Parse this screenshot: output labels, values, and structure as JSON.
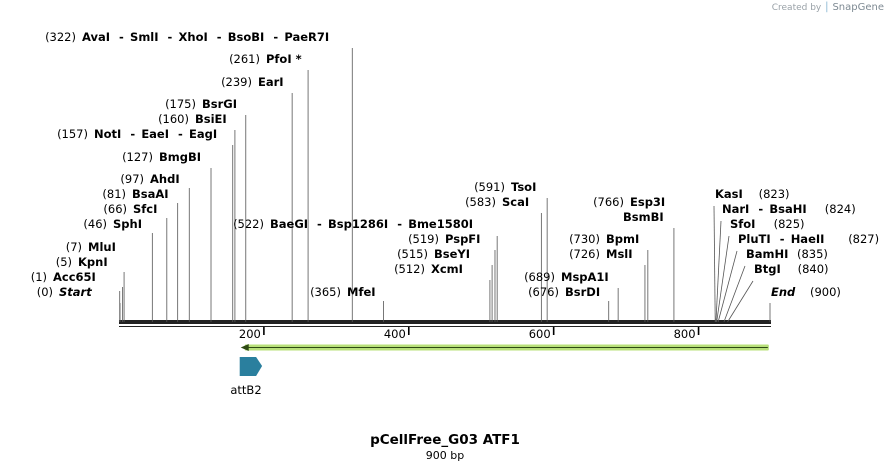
{
  "credit": {
    "prefix": "Created by",
    "brand": "SnapGene"
  },
  "title": "pCellFree_G03 ATF1",
  "subtitle": "900 bp",
  "sequence_length": 900,
  "ruler_ticks": [
    "200",
    "400",
    "600",
    "800"
  ],
  "feature": {
    "name": "attB2",
    "start": 168,
    "end": 192,
    "direction": "forward"
  },
  "orf_arrow": {
    "start": 168,
    "end": 897,
    "direction": "reverse",
    "color": "#b8e07a"
  },
  "sites": [
    {
      "pos": 0,
      "label": "(0)",
      "names": [
        "Start"
      ],
      "italic": true
    },
    {
      "pos": 1,
      "label": "(1)",
      "names": [
        "Acc65I"
      ]
    },
    {
      "pos": 5,
      "label": "(5)",
      "names": [
        "KpnI"
      ]
    },
    {
      "pos": 7,
      "label": "(7)",
      "names": [
        "MluI"
      ]
    },
    {
      "pos": 46,
      "label": "(46)",
      "names": [
        "SphI"
      ]
    },
    {
      "pos": 66,
      "label": "(66)",
      "names": [
        "SfcI"
      ]
    },
    {
      "pos": 81,
      "label": "(81)",
      "names": [
        "BsaAI"
      ]
    },
    {
      "pos": 97,
      "label": "(97)",
      "names": [
        "AhdI"
      ]
    },
    {
      "pos": 127,
      "label": "(127)",
      "names": [
        "BmgBI"
      ]
    },
    {
      "pos": 157,
      "label": "(157)",
      "names": [
        "NotI",
        "EaeI",
        "EagI"
      ]
    },
    {
      "pos": 160,
      "label": "(160)",
      "names": [
        "BsiEI"
      ]
    },
    {
      "pos": 175,
      "label": "(175)",
      "names": [
        "BsrGI"
      ]
    },
    {
      "pos": 239,
      "label": "(239)",
      "names": [
        "EarI"
      ]
    },
    {
      "pos": 261,
      "label": "(261)",
      "names": [
        "PfoI *"
      ]
    },
    {
      "pos": 322,
      "label": "(322)",
      "names": [
        "AvaI",
        "SmlI",
        "XhoI",
        "BsoBI",
        "PaeR7I"
      ]
    },
    {
      "pos": 365,
      "label": "(365)",
      "names": [
        "MfeI"
      ]
    },
    {
      "pos": 522,
      "label": "(522)",
      "names": [
        "BaeGI",
        "Bsp1286I",
        "Bme1580I"
      ]
    },
    {
      "pos": 519,
      "label": "(519)",
      "names": [
        "PspFI"
      ]
    },
    {
      "pos": 515,
      "label": "(515)",
      "names": [
        "BseYI"
      ]
    },
    {
      "pos": 512,
      "label": "(512)",
      "names": [
        "XcmI"
      ]
    },
    {
      "pos": 591,
      "label": "(591)",
      "names": [
        "TsoI"
      ]
    },
    {
      "pos": 583,
      "label": "(583)",
      "names": [
        "ScaI"
      ]
    },
    {
      "pos": 689,
      "label": "(689)",
      "names": [
        "MspA1I"
      ]
    },
    {
      "pos": 676,
      "label": "(676)",
      "names": [
        "BsrDI"
      ]
    },
    {
      "pos": 766,
      "label": "(766)",
      "names": [
        "Esp3I",
        "BsmBI"
      ]
    },
    {
      "pos": 730,
      "label": "(730)",
      "names": [
        "BpmI"
      ]
    },
    {
      "pos": 726,
      "label": "(726)",
      "names": [
        "MslI"
      ]
    },
    {
      "pos": 823,
      "label": "(823)",
      "names": [
        "KasI"
      ]
    },
    {
      "pos": 824,
      "label": "(824)",
      "names": [
        "NarI",
        "BsaHI"
      ]
    },
    {
      "pos": 825,
      "label": "(825)",
      "names": [
        "SfoI"
      ]
    },
    {
      "pos": 827,
      "label": "(827)",
      "names": [
        "PluTI",
        "HaeII"
      ]
    },
    {
      "pos": 835,
      "label": "(835)",
      "names": [
        "BamHI"
      ]
    },
    {
      "pos": 840,
      "label": "(840)",
      "names": [
        "BtgI"
      ]
    },
    {
      "pos": 900,
      "label": "(900)",
      "names": [
        "End"
      ],
      "italic": true
    }
  ]
}
